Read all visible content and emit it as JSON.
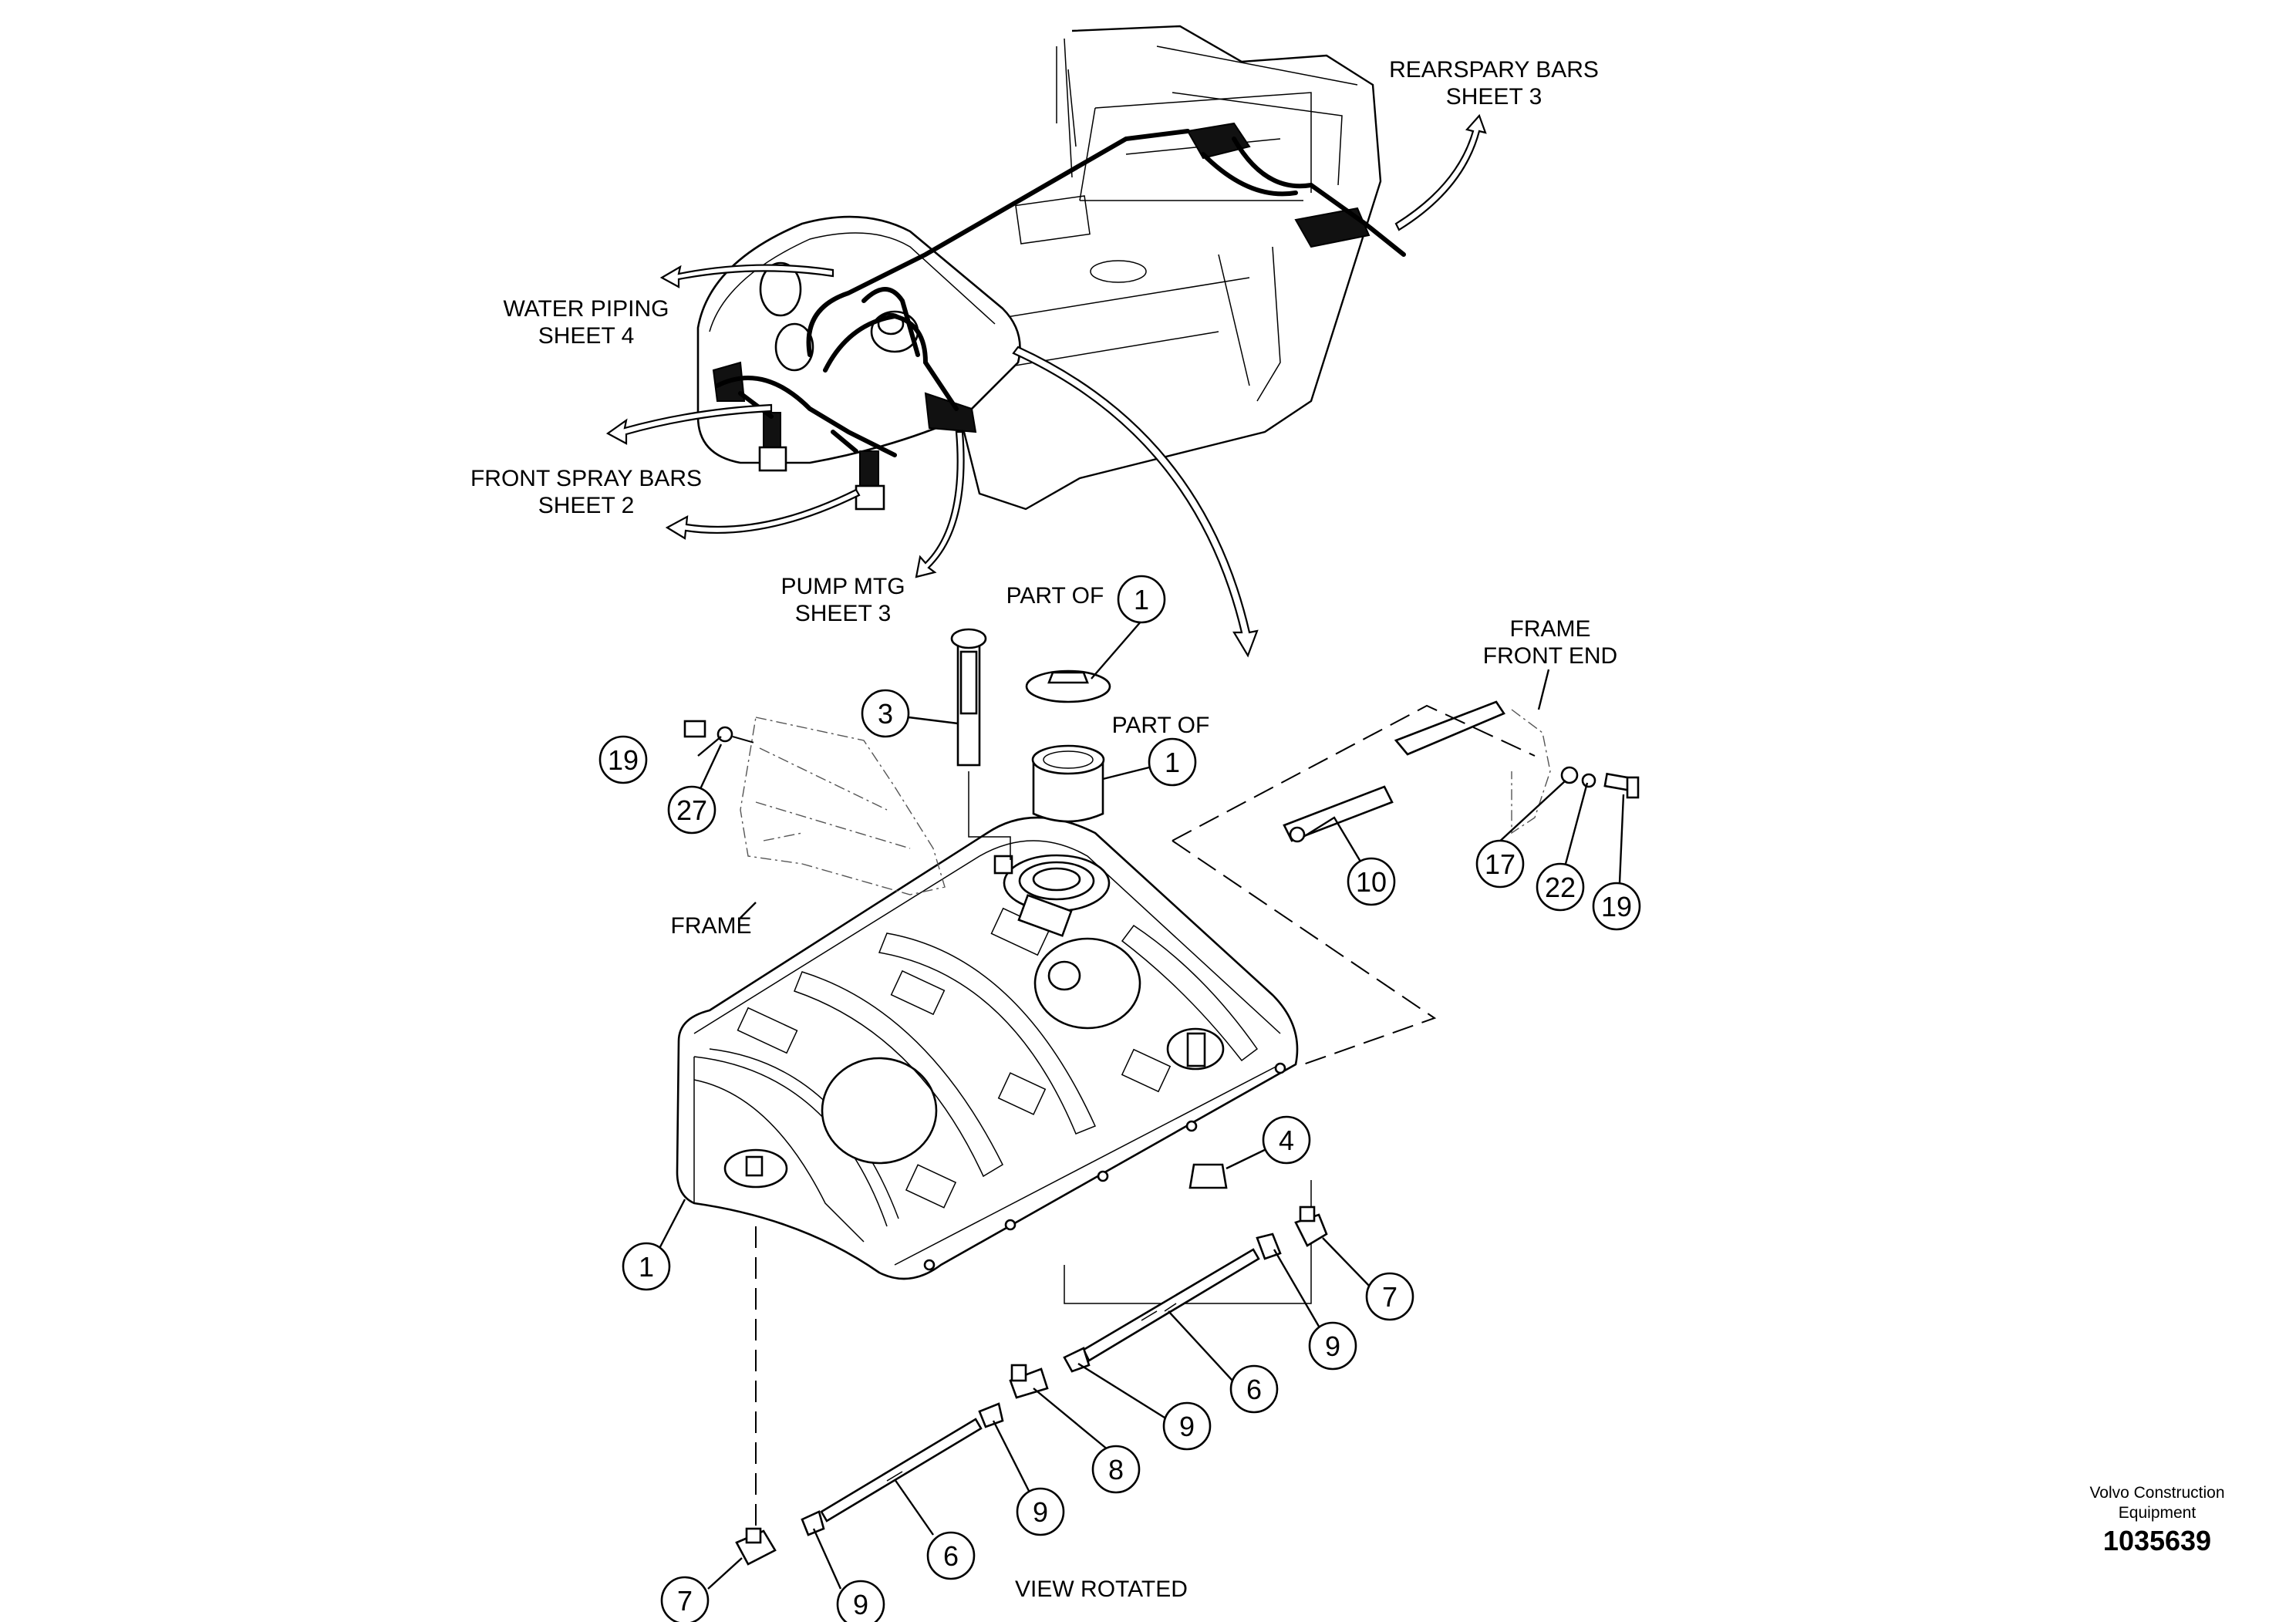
{
  "references": {
    "rear_spray_bars": [
      "REARSPARY BARS",
      "SHEET 3"
    ],
    "water_piping": [
      "WATER PIPING",
      "SHEET 4"
    ],
    "front_spray_bars": [
      "FRONT SPRAY BARS",
      "SHEET 2"
    ],
    "pump_mtg": [
      "PUMP MTG",
      "SHEET 3"
    ]
  },
  "labels": {
    "part_of_top": "PART OF",
    "part_of_bottom": "PART OF",
    "frame_front_end": [
      "FRAME",
      "FRONT END"
    ],
    "frame": "FRAME",
    "view_rotated": "VIEW ROTATED"
  },
  "callouts": [
    {
      "id": "c1-cap",
      "text": "1"
    },
    {
      "id": "c1-strainer",
      "text": "1"
    },
    {
      "id": "c3",
      "text": "3"
    },
    {
      "id": "c19-left",
      "text": "19"
    },
    {
      "id": "c27",
      "text": "27"
    },
    {
      "id": "c10",
      "text": "10"
    },
    {
      "id": "c17",
      "text": "17"
    },
    {
      "id": "c22",
      "text": "22"
    },
    {
      "id": "c19-right",
      "text": "19"
    },
    {
      "id": "c4",
      "text": "4"
    },
    {
      "id": "c1-tank",
      "text": "1"
    },
    {
      "id": "c7-right",
      "text": "7"
    },
    {
      "id": "c9-a",
      "text": "9"
    },
    {
      "id": "c6-right",
      "text": "6"
    },
    {
      "id": "c9-b",
      "text": "9"
    },
    {
      "id": "c8",
      "text": "8"
    },
    {
      "id": "c9-c",
      "text": "9"
    },
    {
      "id": "c6-left",
      "text": "6"
    },
    {
      "id": "c7-left",
      "text": "7"
    },
    {
      "id": "c9-d",
      "text": "9"
    }
  ],
  "footer": {
    "company_line1": "Volvo Construction",
    "company_line2": "Equipment",
    "drawing_number": "1035639"
  }
}
